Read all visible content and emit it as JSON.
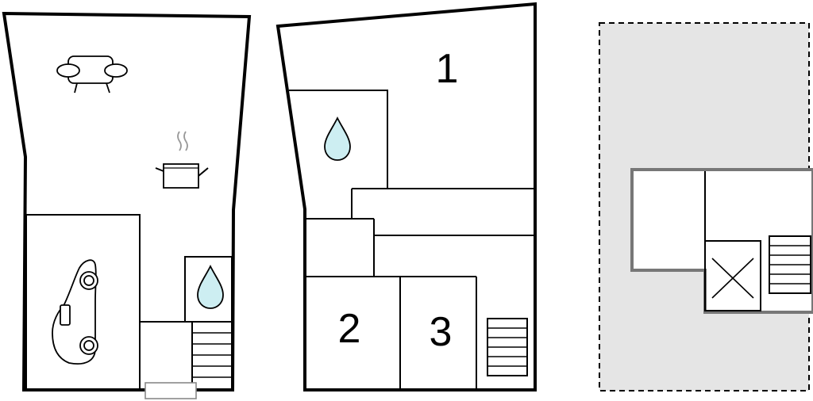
{
  "floor_plans": {
    "ground_floor": {
      "icons": [
        "sofa-icon",
        "cooking-pot-icon",
        "car-icon",
        "water-drop-icon",
        "stairs-icon"
      ]
    },
    "upper_floor": {
      "room_labels": [
        "1",
        "2",
        "3"
      ],
      "icons": [
        "water-drop-icon",
        "stairs-icon"
      ]
    },
    "site_plan": {
      "icons": [
        "void-cross-icon",
        "stairs-icon"
      ]
    }
  },
  "colors": {
    "wall": "#000000",
    "water": "#cdeef2",
    "site_fill": "#e5e5e5"
  }
}
